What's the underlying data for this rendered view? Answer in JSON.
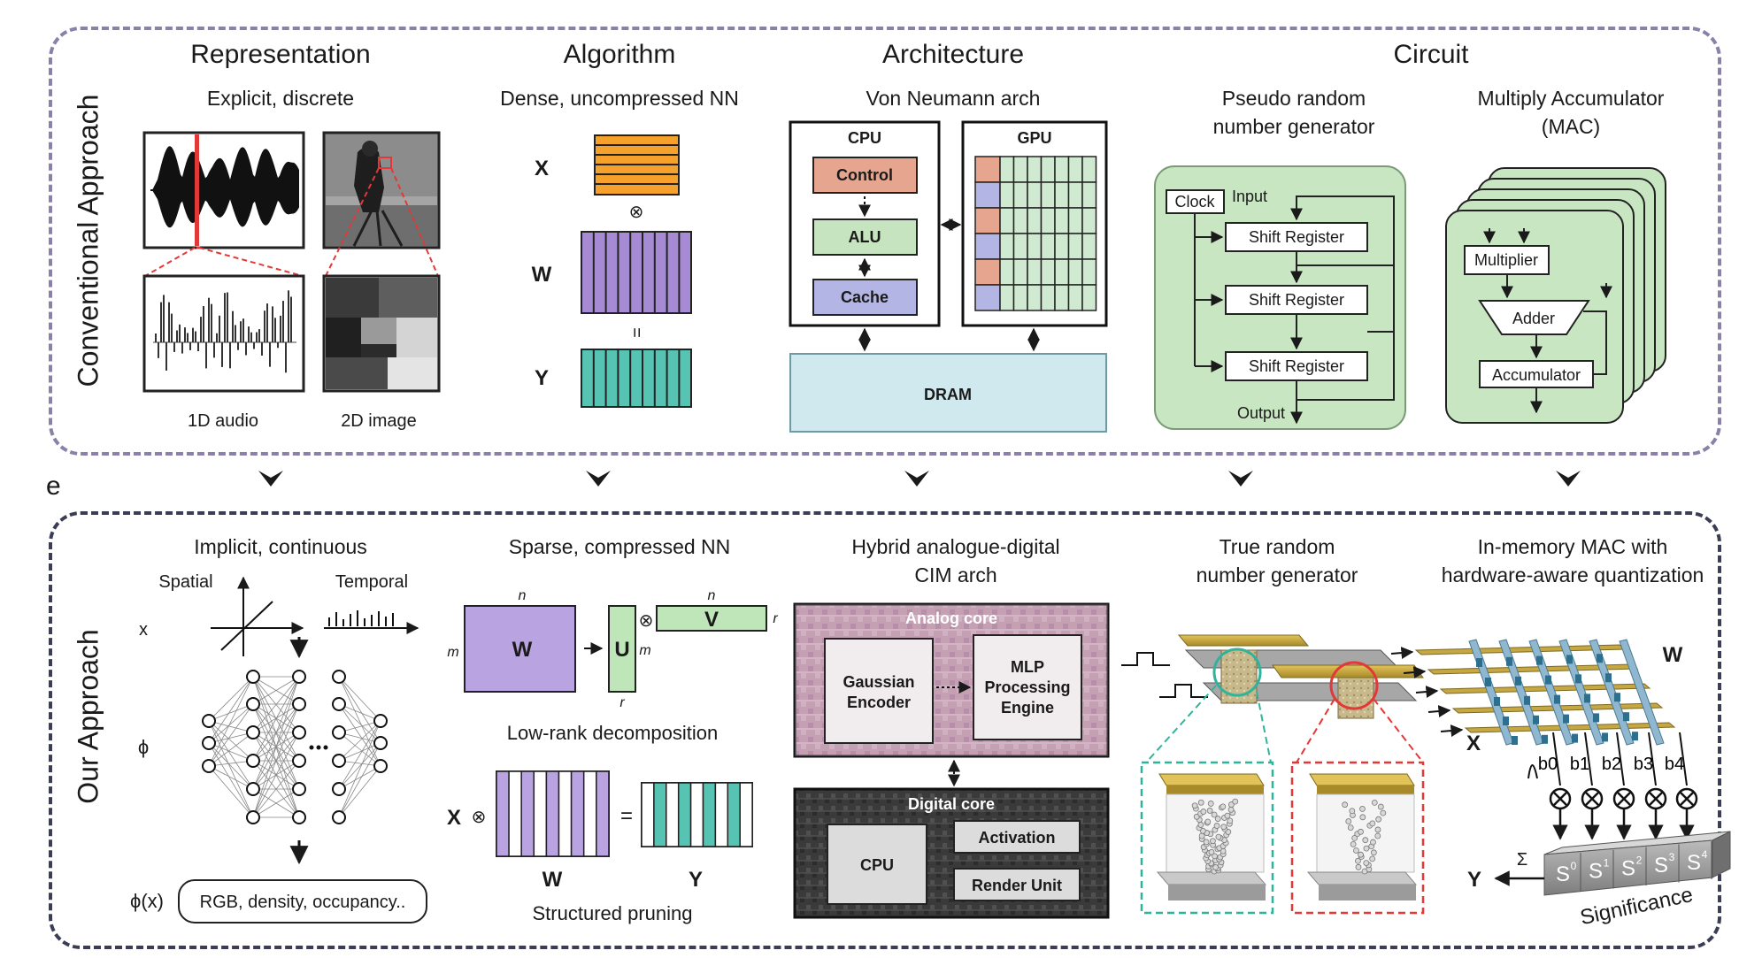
{
  "panel_letter": "e",
  "sections": {
    "conventional": "Conventional Approach",
    "ours": "Our Approach"
  },
  "columns": {
    "representation": "Representation",
    "algorithm": "Algorithm",
    "architecture": "Architecture",
    "circuit": "Circuit"
  },
  "conventional": {
    "representation": {
      "subtitle": "Explicit, discrete",
      "audio_label": "1D audio",
      "image_label": "2D image"
    },
    "algorithm": {
      "subtitle": "Dense, uncompressed NN",
      "x": "X",
      "w": "W",
      "y": "Y",
      "times": "⊗",
      "equals": "="
    },
    "architecture": {
      "subtitle": "Von Neumann arch",
      "cpu": "CPU",
      "gpu": "GPU",
      "control": "Control",
      "alu": "ALU",
      "cache": "Cache",
      "dram": "DRAM"
    },
    "prng": {
      "title_line1": "Pseudo random",
      "title_line2": "number generator",
      "clock": "Clock",
      "input": "Input",
      "shift_register": "Shift Register",
      "output": "Output"
    },
    "mac": {
      "title_line1": "Multiply Accumulator",
      "title_line2": "(MAC)",
      "multiplier": "Multiplier",
      "adder": "Adder",
      "accumulator": "Accumulator"
    }
  },
  "ours": {
    "representation": {
      "subtitle": "Implicit, continuous",
      "spatial": "Spatial",
      "temporal": "Temporal",
      "x": "x",
      "phi": "ϕ",
      "phi_x": "ϕ(x)",
      "output": "RGB, density, occupancy.."
    },
    "algorithm": {
      "subtitle": "Sparse, compressed NN",
      "w": "W",
      "u": "U",
      "v": "V",
      "n": "n",
      "m": "m",
      "r": "r",
      "times": "⊗",
      "low_rank": "Low-rank decomposition",
      "x": "X",
      "equals": "=",
      "y": "Y",
      "pruning": "Structured pruning"
    },
    "architecture": {
      "subtitle_line1": "Hybrid analogue-digital",
      "subtitle_line2": "CIM arch",
      "analog_core": "Analog core",
      "gaussian_line1": "Gaussian",
      "gaussian_line2": "Encoder",
      "mlp_line1": "MLP",
      "mlp_line2": "Processing",
      "mlp_line3": "Engine",
      "digital_core": "Digital core",
      "cpu": "CPU",
      "activation": "Activation",
      "render_unit": "Render Unit"
    },
    "trng": {
      "title_line1": "True random",
      "title_line2": "number generator"
    },
    "mac": {
      "title_line1": "In-memory MAC with",
      "title_line2": "hardware-aware quantization",
      "w": "W",
      "x": "X",
      "y": "Y",
      "sigma": "Σ",
      "bits": [
        "b0",
        "b1",
        "b2",
        "b3",
        "b4"
      ],
      "s_label": "S",
      "s_sup": [
        "0",
        "1",
        "2",
        "3",
        "4"
      ],
      "significance": "Significance"
    }
  }
}
